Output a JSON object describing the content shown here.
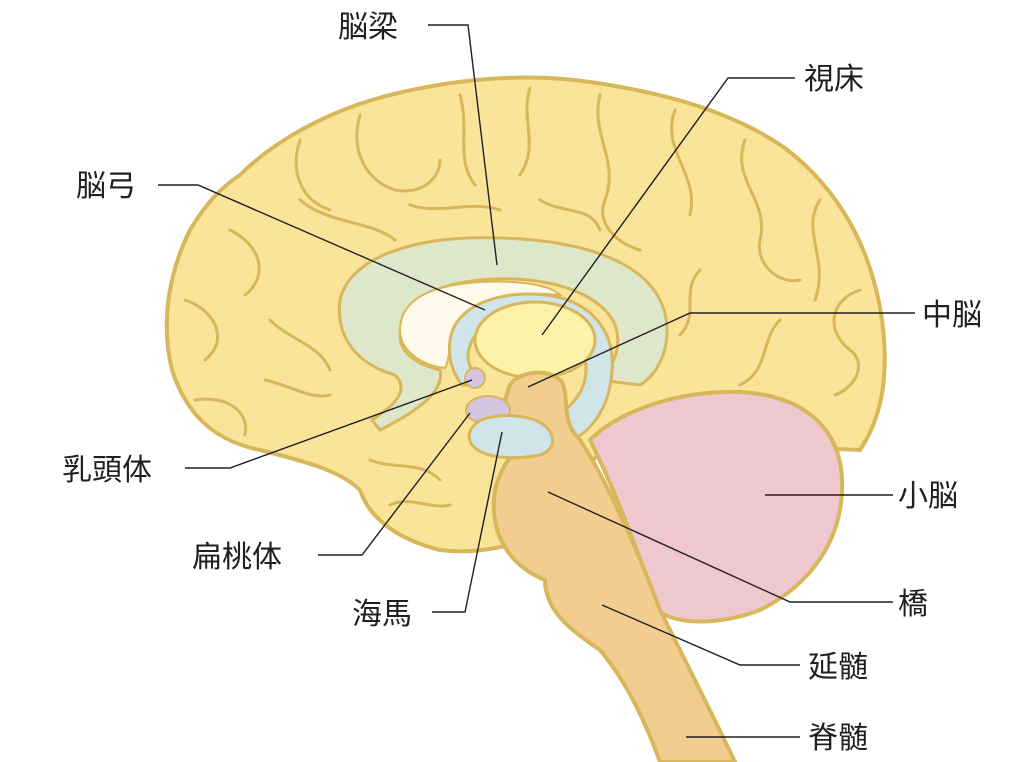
{
  "colors": {
    "cerebrum": "#fae49a",
    "cerebrum_outline": "#d8b75a",
    "corpus_callosum": "#dfe7cb",
    "fornix_hippocampus": "#cfe5ea",
    "thalamus": "#fcf2a8",
    "ventricle": "#fffaea",
    "brainstem": "#f2cd90",
    "cerebellum": "#efc8cf",
    "amygdala_mammillary": "#d3c5e0"
  },
  "labels": {
    "corpus_callosum": "脳梁",
    "thalamus": "視床",
    "fornix": "脳弓",
    "midbrain": "中脳",
    "mammillary_body": "乳頭体",
    "cerebellum": "小脳",
    "amygdala": "扁桃体",
    "pons": "橋",
    "hippocampus": "海馬",
    "medulla": "延髄",
    "spinal_cord": "脊髄"
  }
}
